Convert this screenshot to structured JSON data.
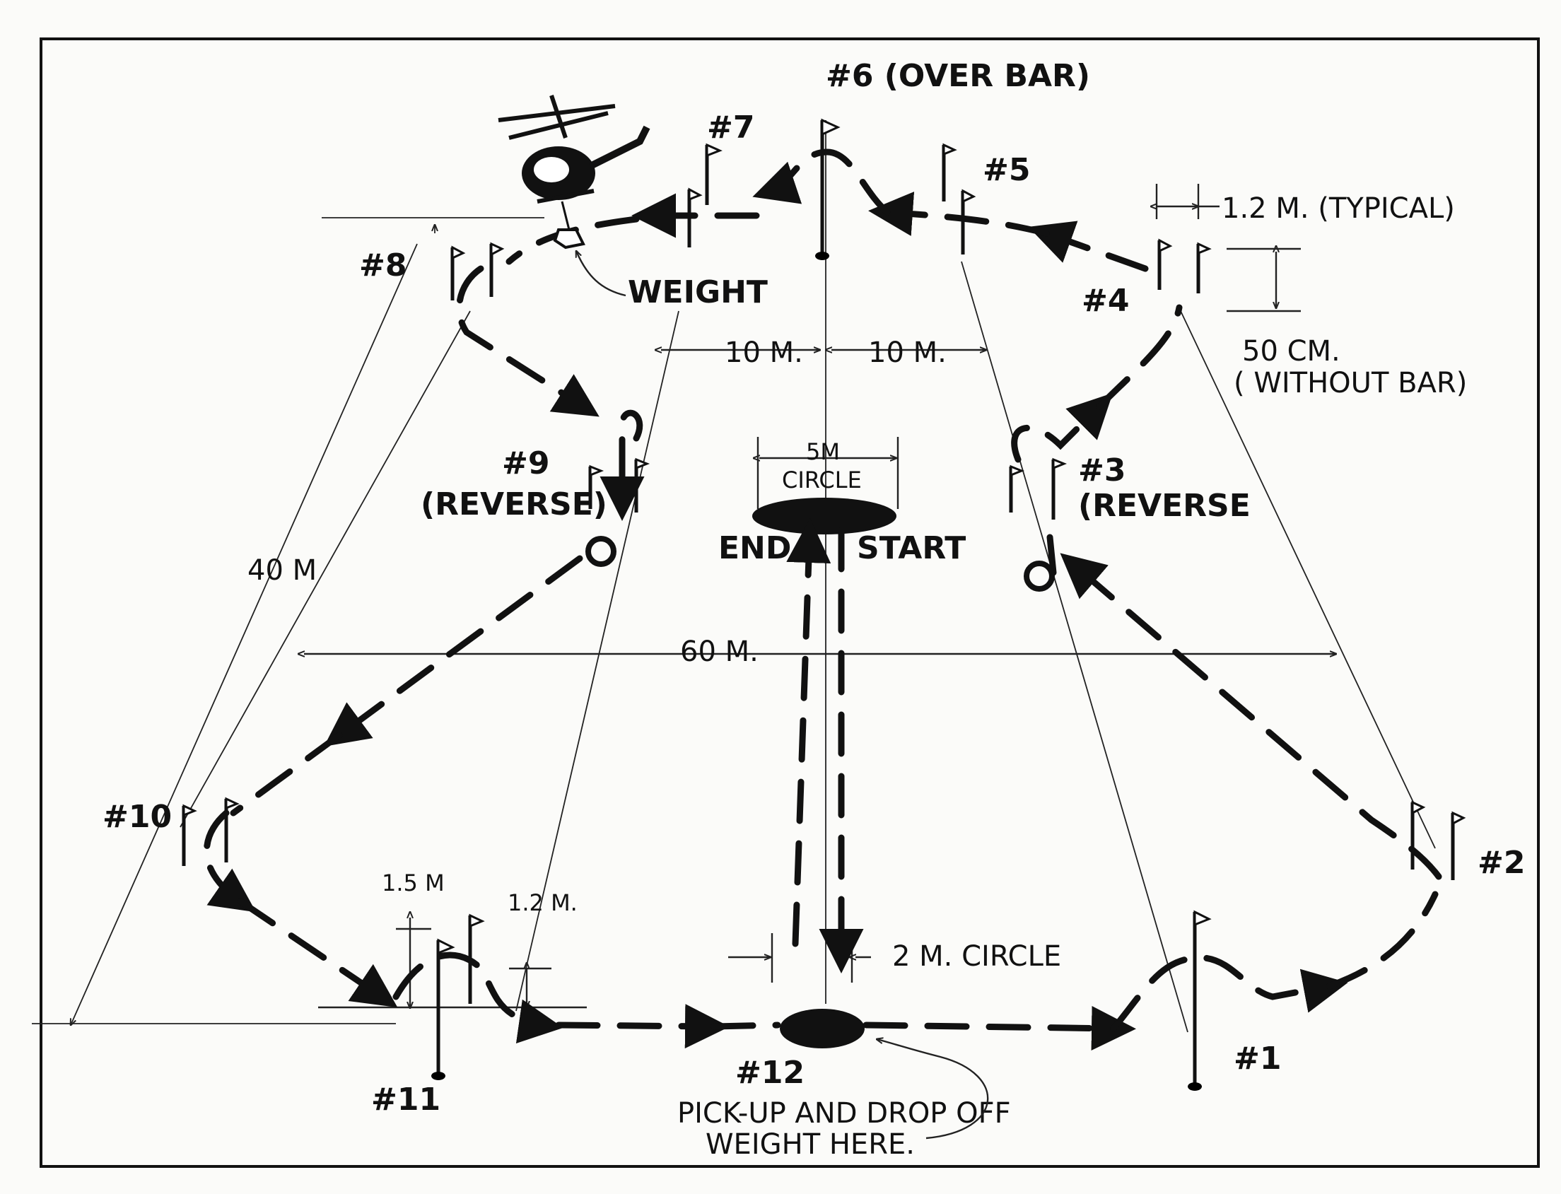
{
  "gates": {
    "g1": "#1",
    "g2": "#2",
    "g3": "#3",
    "g4": "#4",
    "g5": "#5",
    "g6": "#6 (OVER BAR)",
    "g7": "#7",
    "g8": "#8",
    "g9": "#9",
    "g10": "#10",
    "g11": "#11",
    "g12": "#12"
  },
  "notes": {
    "reverse_left": "(REVERSE)",
    "reverse_right": "(REVERSE",
    "weight": "WEIGHT",
    "circle_5m_a": "5M",
    "circle_5m_b": "CIRCLE",
    "end": "END",
    "start": "START",
    "pickup_line1": "PICK-UP AND DROP OFF",
    "pickup_line2": "WEIGHT HERE."
  },
  "dimensions": {
    "typical_spacing": "1.2 M. (TYPICAL)",
    "height_1": "50 CM.",
    "height_2": "( WITHOUT BAR)",
    "dist_left": "10 M.",
    "dist_right": "10 M.",
    "depth": "40 M",
    "width": "60 M.",
    "bar_height": "1.5 M",
    "bar_gap": "1.2 M.",
    "small_circle": "2 M. CIRCLE"
  },
  "icons": {
    "helicopter": "helicopter-icon",
    "flag": "gate-flag-icon",
    "arrow": "flight-direction-arrow"
  }
}
